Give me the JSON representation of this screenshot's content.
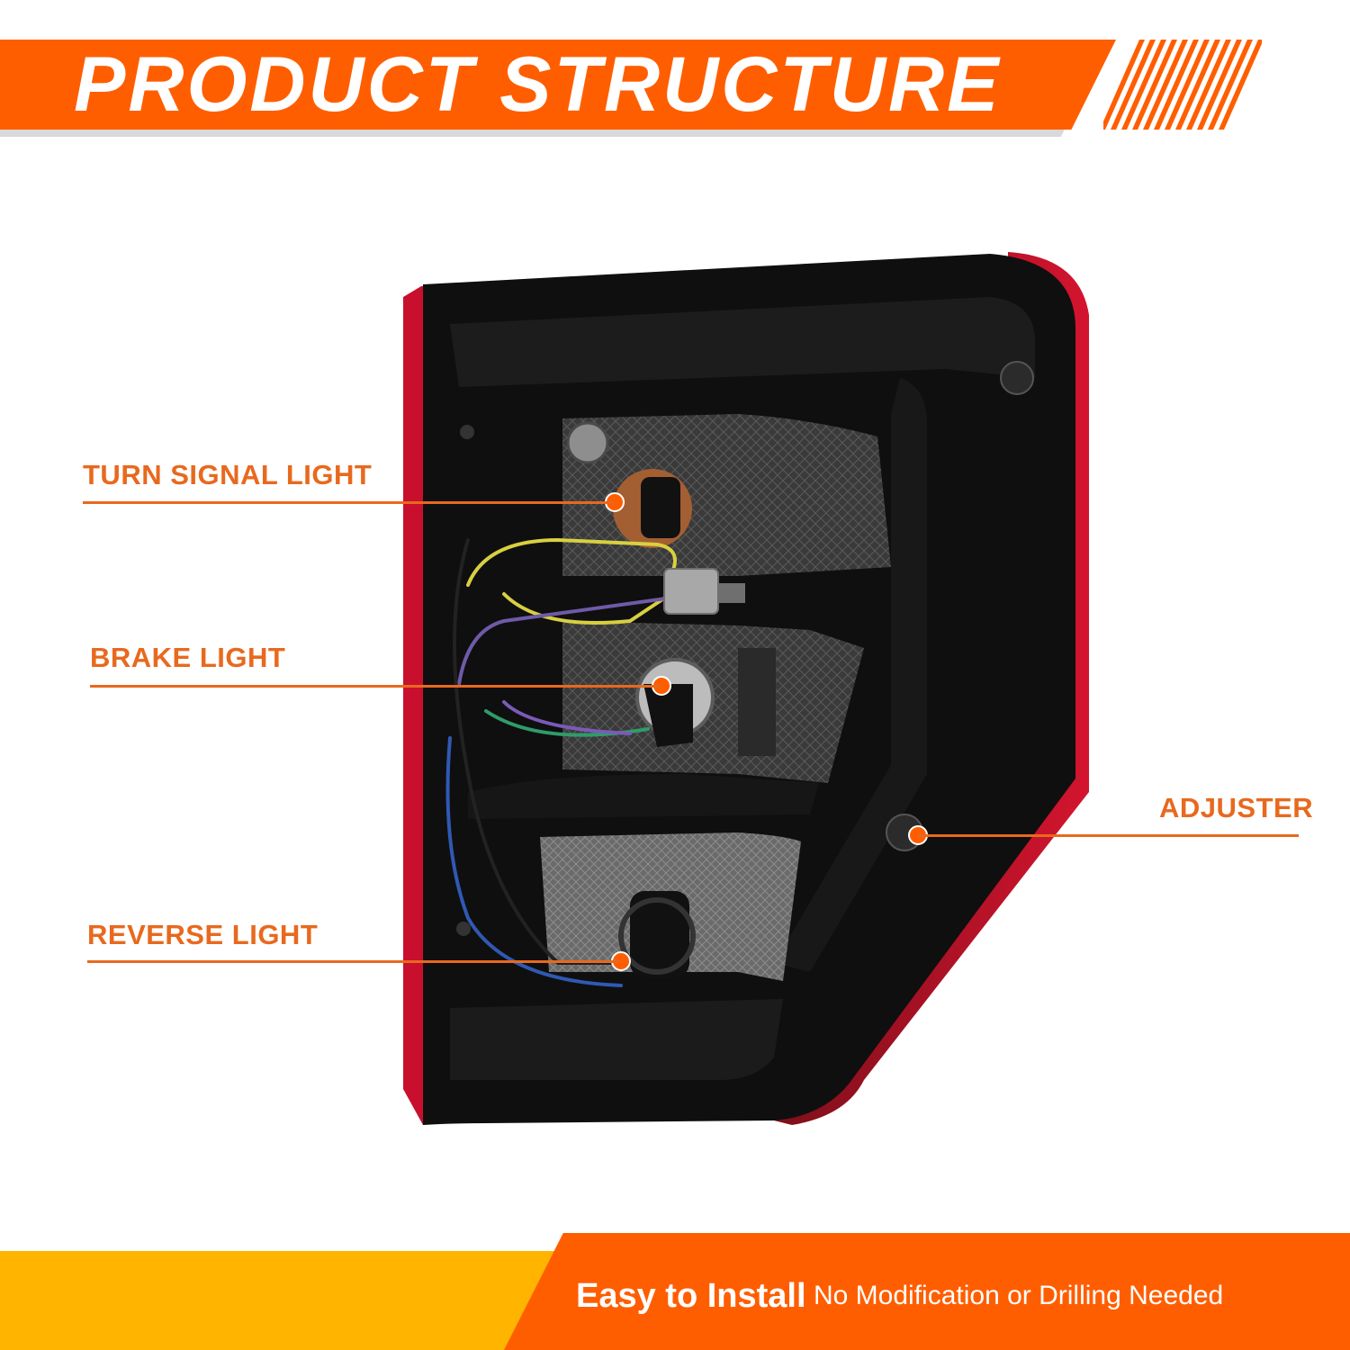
{
  "header": {
    "title": "PRODUCT STRUCTURE"
  },
  "callouts": {
    "turn_signal": "TURN SIGNAL LIGHT",
    "brake": "BRAKE LIGHT",
    "reverse": "REVERSE LIGHT",
    "adjuster": "ADJUSTER"
  },
  "footer": {
    "main_text": "Easy to Install",
    "sub_text": "No Modification or Drilling Needed"
  },
  "colors": {
    "accent": "#ff5e00",
    "label": "#e8691e",
    "footer_yellow": "#ffb400",
    "housing": "#0f0f0f",
    "lens_red": "#c8102e"
  }
}
